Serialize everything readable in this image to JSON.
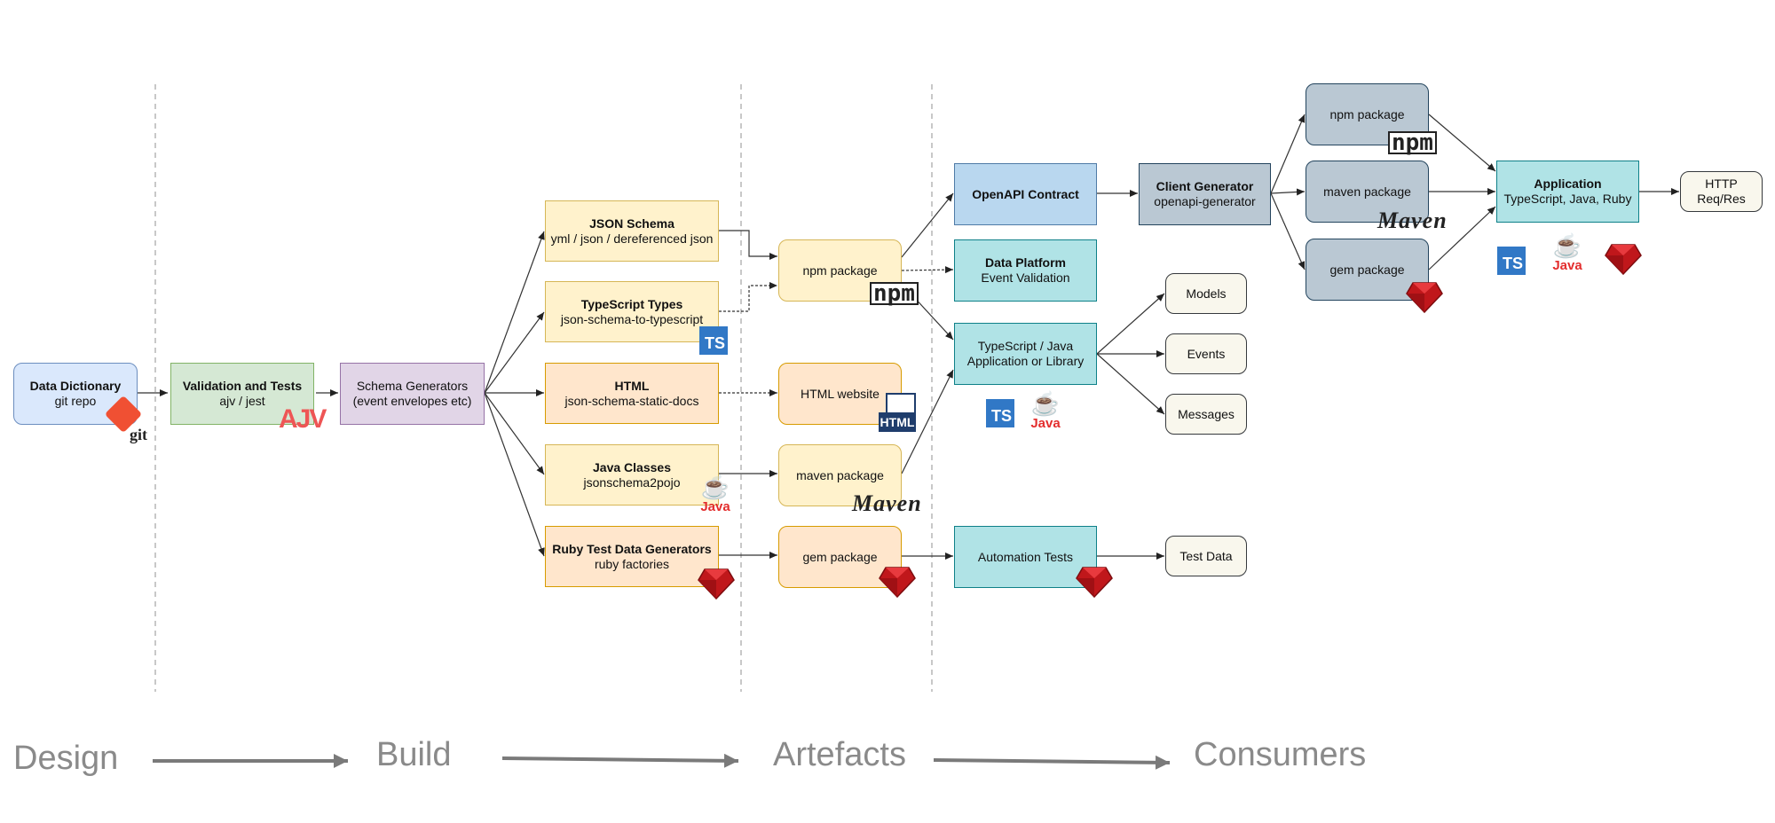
{
  "stages": [
    "Design",
    "Build",
    "Artefacts",
    "Consumers"
  ],
  "nodes": {
    "data_dictionary": {
      "title": "Data Dictionary",
      "sub": "git repo"
    },
    "validation_tests": {
      "title": "Validation and Tests",
      "sub": "ajv / jest"
    },
    "schema_generators": {
      "line1": "Schema Generators",
      "line2": "(event envelopes etc)"
    },
    "json_schema": {
      "title": "JSON Schema",
      "sub": "yml / json / dereferenced json"
    },
    "typescript_types": {
      "title": "TypeScript Types",
      "sub": "json-schema-to-typescript"
    },
    "html": {
      "title": "HTML",
      "sub": "json-schema-static-docs"
    },
    "java_classes": {
      "title": "Java Classes",
      "sub": "jsonschema2pojo"
    },
    "ruby_generators": {
      "title": "Ruby Test Data Generators",
      "sub": "ruby factories"
    },
    "npm_package": {
      "label": "npm package"
    },
    "html_website": {
      "label": "HTML website"
    },
    "maven_package": {
      "label": "maven package"
    },
    "gem_package": {
      "label": "gem package"
    },
    "openapi_contract": {
      "title": "OpenAPI Contract"
    },
    "data_platform": {
      "title": "Data Platform",
      "sub": "Event Validation"
    },
    "ts_java_app": {
      "line1": "TypeScript / Java",
      "line2": "Application or Library"
    },
    "automation_tests": {
      "label": "Automation Tests"
    },
    "client_generator": {
      "title": "Client Generator",
      "sub": "openapi-generator"
    },
    "npm_package_2": {
      "label": "npm package"
    },
    "maven_package_2": {
      "label": "maven package"
    },
    "gem_package_2": {
      "label": "gem package"
    },
    "application": {
      "title": "Application",
      "sub": "TypeScript, Java, Ruby"
    },
    "http": {
      "line1": "HTTP",
      "line2": "Req/Res"
    },
    "models": {
      "label": "Models"
    },
    "events": {
      "label": "Events"
    },
    "messages": {
      "label": "Messages"
    },
    "test_data": {
      "label": "Test Data"
    }
  },
  "logos": {
    "ts": "TS",
    "java": "Java",
    "maven": "Maven",
    "npm": "npm",
    "html": "HTML",
    "git": "git",
    "ajv": "AJV"
  },
  "colors": {
    "blue_fill": "#dae8fc",
    "green_fill": "#d5e8d4",
    "purple_fill": "#e1d5e7",
    "yellow_fill": "#fff2cc",
    "orange_fill": "#ffe6cc",
    "teal_fill": "#b0e3e6",
    "grey_fill": "#bac8d3",
    "cream_fill": "#f9f7ed",
    "stage_text": "#8a8a8a"
  }
}
